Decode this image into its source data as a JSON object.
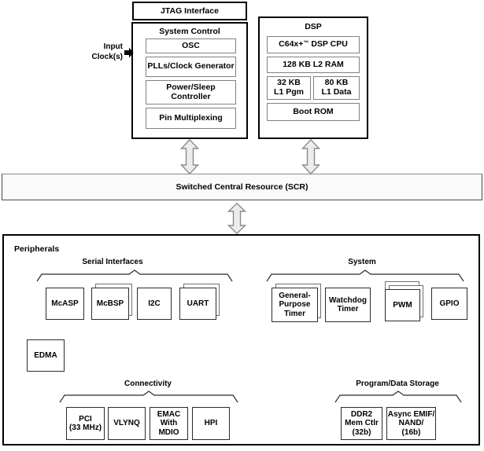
{
  "diagram": {
    "title_blocks": {
      "jtag": "JTAG Interface",
      "system_control": "System Control",
      "dsp": "DSP",
      "scr": "Switched Central Resource (SCR)",
      "peripherals": "Peripherals"
    },
    "input_clock_label_line1": "Input",
    "input_clock_label_line2": "Clock(s)",
    "system_control_blocks": [
      {
        "label": "OSC"
      },
      {
        "label": "PLLs/Clock Generator"
      },
      {
        "label": "Power/Sleep\nController"
      },
      {
        "label": "Pin Multiplexing"
      }
    ],
    "dsp_blocks": [
      {
        "label": "C64x+™ DSP CPU"
      },
      {
        "label": "128 KB L2 RAM"
      },
      {
        "label": "32 KB\nL1 Pgm"
      },
      {
        "label": "80 KB\nL1 Data"
      },
      {
        "label": "Boot ROM"
      }
    ],
    "groups": [
      {
        "name": "serial-interfaces",
        "label": "Serial Interfaces",
        "blocks": [
          {
            "label": "McASP",
            "copies": 1
          },
          {
            "label": "McBSP",
            "copies": 2
          },
          {
            "label": "I2C",
            "copies": 1
          },
          {
            "label": "UART",
            "copies": 2
          }
        ]
      },
      {
        "name": "system",
        "label": "System",
        "blocks": [
          {
            "label": "General-\nPurpose\nTimer",
            "copies": 2
          },
          {
            "label": "Watchdog\nTimer",
            "copies": 1
          },
          {
            "label": "PWM",
            "copies": 3
          },
          {
            "label": "GPIO",
            "copies": 1
          }
        ]
      },
      {
        "name": "connectivity",
        "label": "Connectivity",
        "blocks": [
          {
            "label": "PCI\n(33 MHz)",
            "copies": 1
          },
          {
            "label": "VLYNQ",
            "copies": 1
          },
          {
            "label": "EMAC\nWith\nMDIO",
            "copies": 1
          },
          {
            "label": "HPI",
            "copies": 1
          }
        ]
      },
      {
        "name": "program-data-storage",
        "label": "Program/Data Storage",
        "blocks": [
          {
            "label": "DDR2\nMem Ctlr\n(32b)",
            "copies": 1
          },
          {
            "label": "Async EMIF/\nNAND/\n(16b)",
            "copies": 1
          }
        ]
      }
    ],
    "standalone_blocks": [
      {
        "label": "EDMA"
      }
    ],
    "colors": {
      "outline": "#000000",
      "sub_outline": "#808080",
      "leaf_outline": "#2b2b2b",
      "arrow_fill": "#ececec",
      "arrow_stroke": "#8a8a8a",
      "scr_fill": "#fafafa",
      "background": "#ffffff"
    }
  }
}
